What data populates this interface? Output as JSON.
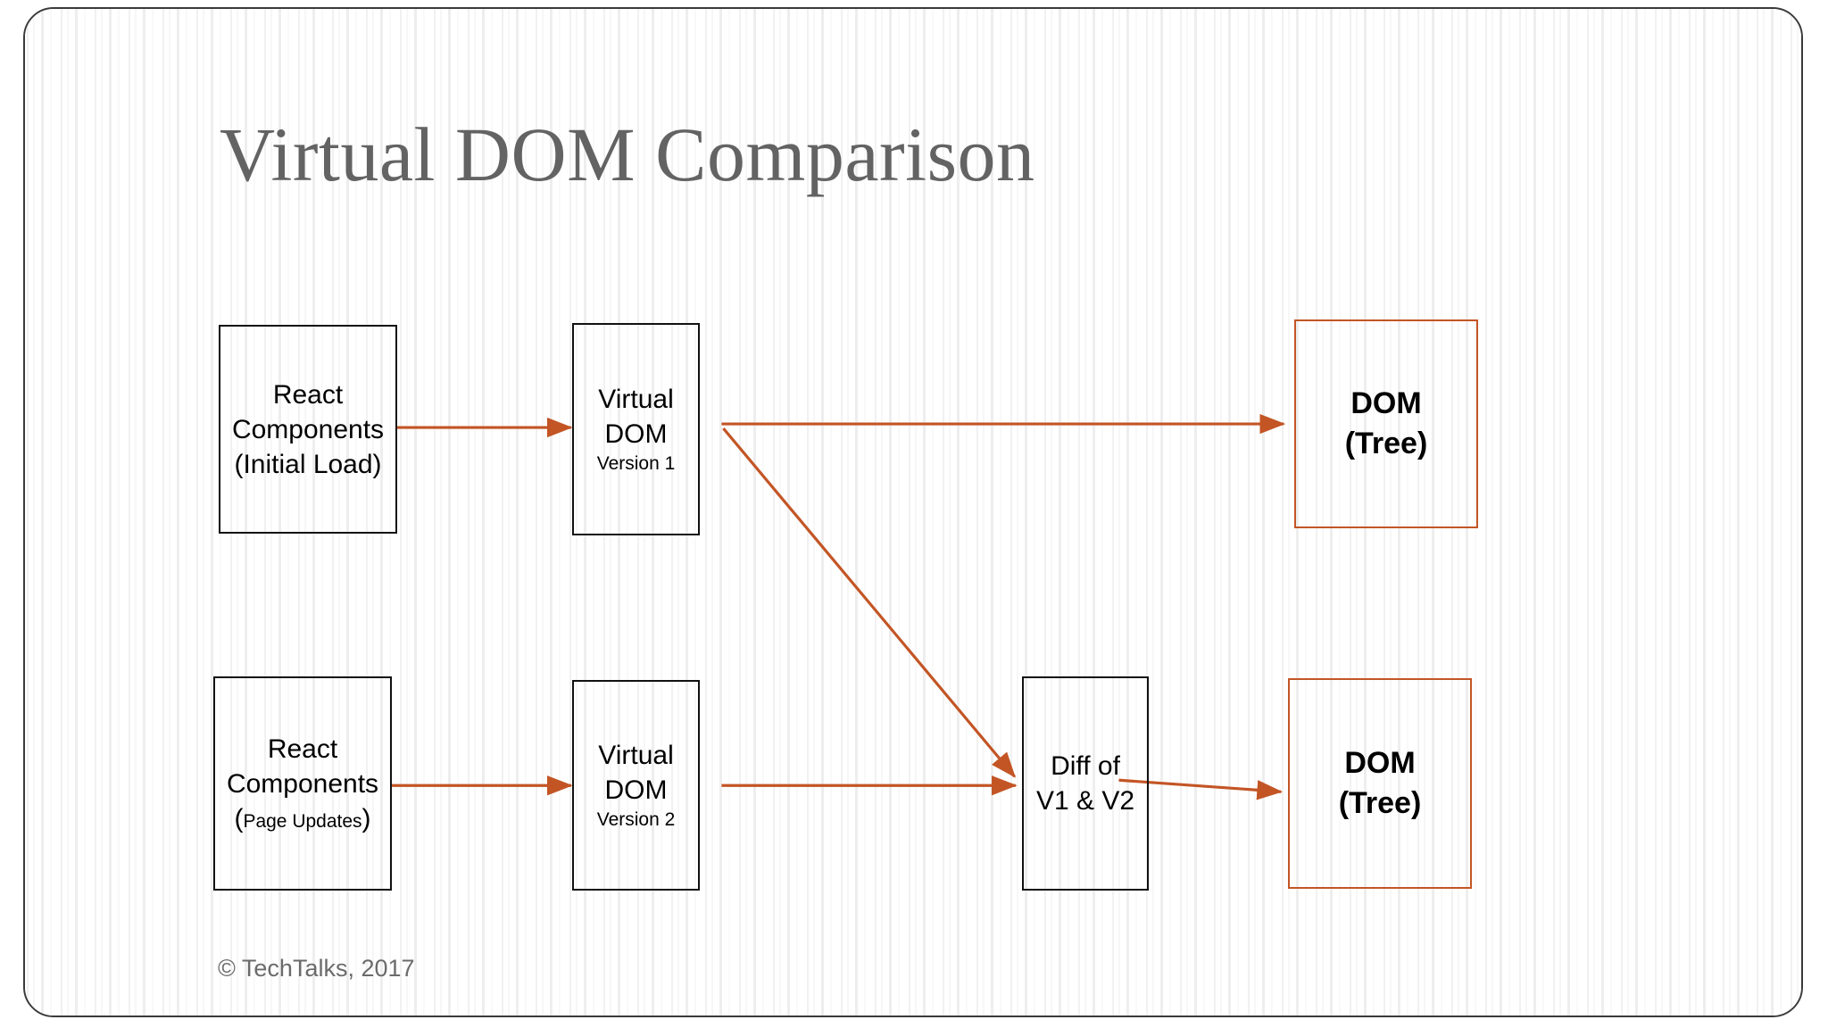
{
  "slide": {
    "title": "Virtual DOM Comparison",
    "footer": "© TechTalks, 2017",
    "colors": {
      "title_gray": "#636363",
      "arrow_orange": "#C35525",
      "box_border_black": "#111111",
      "box_border_orange": "#C35525",
      "footer_gray": "#6b6b6b",
      "background": "#ffffff"
    }
  },
  "diagram": {
    "type": "flow",
    "rows": [
      {
        "name": "initial-load-flow",
        "nodes": [
          {
            "id": "react-components-initial",
            "lines": [
              "React",
              "Components",
              "(Initial Load)"
            ],
            "border": "black",
            "bold": false
          },
          {
            "id": "virtual-dom-v1",
            "lines": [
              "Virtual",
              "DOM"
            ],
            "sublabel": "Version 1",
            "border": "black",
            "bold": false
          },
          {
            "id": "dom-tree-top",
            "lines": [
              "DOM",
              "(Tree)"
            ],
            "border": "orange",
            "bold": true
          }
        ]
      },
      {
        "name": "page-updates-flow",
        "nodes": [
          {
            "id": "react-components-updates",
            "lines": [
              "React",
              "Components"
            ],
            "paren_label": "Page Updates",
            "border": "black",
            "bold": false
          },
          {
            "id": "virtual-dom-v2",
            "lines": [
              "Virtual",
              "DOM"
            ],
            "sublabel": "Version 2",
            "border": "black",
            "bold": false
          },
          {
            "id": "diff-v1-v2",
            "lines": [
              "Diff of",
              "V1 & V2"
            ],
            "border": "black",
            "bold": false
          },
          {
            "id": "dom-tree-bottom",
            "lines": [
              "DOM",
              "(Tree)"
            ],
            "border": "orange",
            "bold": true
          }
        ]
      }
    ],
    "edges": [
      {
        "id": "edge-react1-to-vdom1",
        "from": "react-components-initial",
        "to": "virtual-dom-v1"
      },
      {
        "id": "edge-vdom1-to-dom-top",
        "from": "virtual-dom-v1",
        "to": "dom-tree-top"
      },
      {
        "id": "edge-vdom1-to-diff",
        "from": "virtual-dom-v1",
        "to": "diff-v1-v2"
      },
      {
        "id": "edge-react2-to-vdom2",
        "from": "react-components-updates",
        "to": "virtual-dom-v2"
      },
      {
        "id": "edge-vdom2-to-diff",
        "from": "virtual-dom-v2",
        "to": "diff-v1-v2"
      },
      {
        "id": "edge-diff-to-dom-bottom",
        "from": "diff-v1-v2",
        "to": "dom-tree-bottom"
      }
    ]
  }
}
